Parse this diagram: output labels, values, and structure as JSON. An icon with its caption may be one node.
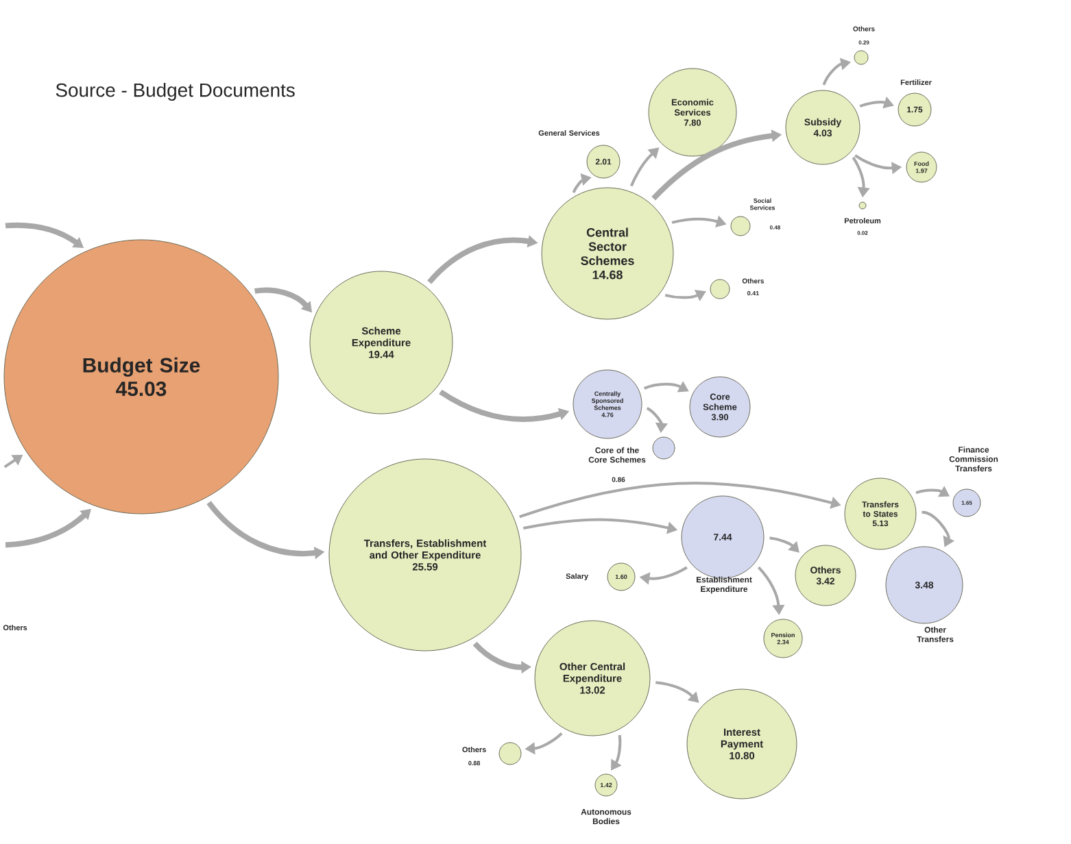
{
  "diagram": {
    "title": "Source - Budget Documents",
    "nodes": [
      {
        "text": [
          "Budget Size",
          "45.03"
        ]
      },
      {
        "text": [
          "Scheme Expenditure",
          "19.44"
        ]
      },
      {
        "text": [
          "Transfers, Establishment and Other Expenditure",
          "25.59"
        ]
      },
      {
        "text": [
          "Central Sector Schemes",
          "14.68"
        ]
      },
      {
        "text": [
          "General Services",
          "2.01"
        ]
      },
      {
        "text": [
          "Economic Services",
          "7.80"
        ]
      },
      {
        "text": [
          "Subsidy",
          "4.03"
        ]
      },
      {
        "text": [
          "Others",
          "0.29"
        ]
      },
      {
        "text": [
          "Fertilizer",
          "1.75"
        ]
      },
      {
        "text": [
          "Food",
          "1.97"
        ]
      },
      {
        "text": [
          "Petroleum",
          "0.02"
        ]
      },
      {
        "text": [
          "Social Services",
          "0.48"
        ]
      },
      {
        "text": [
          "Others",
          "0.41"
        ]
      },
      {
        "text": [
          "Centrally Sponsored Schemes",
          "4.76"
        ]
      },
      {
        "text": [
          "Core Scheme",
          "3.90"
        ]
      },
      {
        "text": [
          "Core of the Core Schemes",
          "0.86"
        ]
      },
      {
        "text": [
          "Transfers to States",
          "5.13"
        ]
      },
      {
        "text": [
          "Finance Commission Transfers",
          "1.65"
        ]
      },
      {
        "text": [
          "7.44",
          "Establishment Expenditure"
        ]
      },
      {
        "text": [
          "Others",
          "3.42"
        ]
      },
      {
        "text": [
          "3.48",
          "Other Transfers"
        ]
      },
      {
        "text": [
          "Salary",
          "1.60"
        ]
      },
      {
        "text": [
          "Pension",
          "2.34"
        ]
      },
      {
        "text": [
          "Other Central Expenditure",
          "13.02"
        ]
      },
      {
        "text": [
          "Interest Payment",
          "10.80"
        ]
      },
      {
        "text": [
          "Others",
          "0.88"
        ]
      },
      {
        "text": [
          "1.42",
          "Autonomous Bodies"
        ]
      }
    ],
    "edges": [
      {
        "from": null,
        "to": 0,
        "arrow": "to",
        "style": "thick"
      },
      {
        "from": null,
        "to": 0,
        "arrow": "to"
      },
      {
        "from": null,
        "to": 0,
        "arrow": "to",
        "style": "thick"
      },
      {
        "from": 0,
        "to": 1,
        "arrow": "to",
        "style": "thick"
      },
      {
        "from": 0,
        "to": 2,
        "arrow": "to",
        "style": "thick"
      },
      {
        "from": 1,
        "to": 3,
        "arrow": "to",
        "style": "thick"
      },
      {
        "from": 1,
        "to": 13,
        "arrow": "to",
        "style": "thick"
      },
      {
        "from": 3,
        "to": 4,
        "arrow": "to"
      },
      {
        "from": 3,
        "to": 5,
        "arrow": "to"
      },
      {
        "from": 3,
        "to": 6,
        "arrow": "to",
        "style": "thick"
      },
      {
        "from": 3,
        "to": 11,
        "arrow": "to"
      },
      {
        "from": 3,
        "to": 12,
        "arrow": "to"
      },
      {
        "from": 6,
        "to": 7,
        "arrow": "to"
      },
      {
        "from": 6,
        "to": 8,
        "arrow": "to"
      },
      {
        "from": 6,
        "to": 9,
        "arrow": "to"
      },
      {
        "from": 6,
        "to": 10,
        "arrow": "to"
      },
      {
        "from": 13,
        "to": 14,
        "arrow": "to"
      },
      {
        "from": 13,
        "to": 15,
        "arrow": "to"
      },
      {
        "from": 2,
        "to": 16,
        "arrow": "to"
      },
      {
        "from": 2,
        "to": 18,
        "arrow": "to"
      },
      {
        "from": 18,
        "to": 19,
        "arrow": "to"
      },
      {
        "from": 18,
        "to": 21,
        "arrow": "to"
      },
      {
        "from": 18,
        "to": 22,
        "arrow": "to"
      },
      {
        "from": 16,
        "to": 17,
        "arrow": "to"
      },
      {
        "from": 16,
        "to": 20,
        "arrow": "to"
      },
      {
        "from": 2,
        "to": 23,
        "arrow": "to",
        "style": "thick"
      },
      {
        "from": 23,
        "to": 24,
        "arrow": "to"
      },
      {
        "from": 23,
        "to": 25,
        "arrow": "to"
      },
      {
        "from": 23,
        "to": 26,
        "arrow": "to"
      }
    ],
    "labels": [
      "Others"
    ]
  }
}
